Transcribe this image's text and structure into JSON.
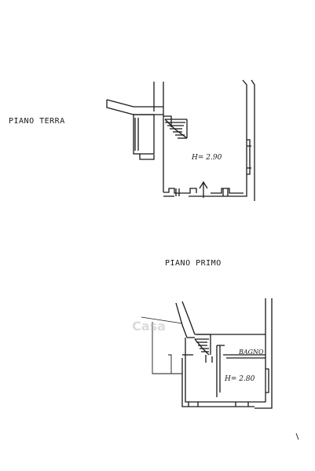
{
  "floors": {
    "ground": {
      "label": "PIANO TERRA",
      "height": "H= 2.90"
    },
    "first": {
      "label": "PIANO PRIMO",
      "height": "H= 2.80",
      "room": "BAGNO"
    }
  },
  "watermark": "Casa",
  "colors": {
    "ink": "#1a1a1a",
    "watermark": "#bebebe"
  }
}
